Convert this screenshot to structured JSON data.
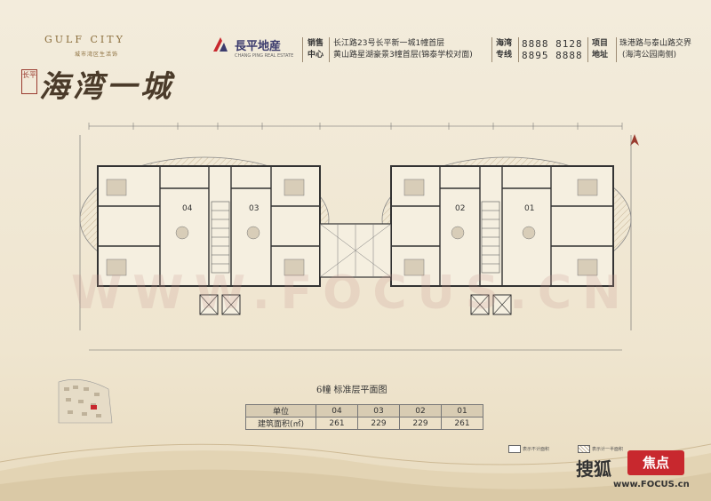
{
  "branding": {
    "logo_en": "GULF CITY",
    "logo_tagline": "城市湾区生活饰",
    "logo_cn": "海湾一城",
    "logo_seal": "长平",
    "developer_name": "長平地産",
    "developer_en": "CHANG PING REAL ESTATE"
  },
  "contact": {
    "sales_label": "销售\n中心",
    "sales_label_1": "销售",
    "sales_label_2": "中心",
    "address_1": "长江路23号长平新一城1幢首层",
    "address_2": "黄山路星湖豪景3幢首层(锦泰学校对面)",
    "hotline_label_1": "海湾",
    "hotline_label_2": "专线",
    "phone_1": "8888 8128",
    "phone_2": "8895 8888",
    "project_label_1": "项目",
    "project_label_2": "地址",
    "project_address_1": "珠港路与泰山路交界",
    "project_address_2": "(海湾公园南侧)"
  },
  "plan": {
    "title": "6幢 标准层平面图",
    "unit_labels": [
      "04",
      "03",
      "02",
      "01"
    ],
    "watermark": "WWW.FOCUS.CN",
    "legend_1": "表示不计面积",
    "legend_2": "表示计一半面积"
  },
  "area_table": {
    "header": [
      "单位",
      "04",
      "03",
      "02",
      "01"
    ],
    "row_label": "建筑面积(㎡)",
    "values": [
      "261",
      "229",
      "229",
      "261"
    ]
  },
  "footer": {
    "site_cn": "搜狐",
    "site_badge": "焦点",
    "site_url": "www.FOCUS.cn"
  },
  "colors": {
    "background": "#efe6d2",
    "wall": "#3a3a3a",
    "accent_red": "#c8282e",
    "hatch": "#c9b89a"
  }
}
